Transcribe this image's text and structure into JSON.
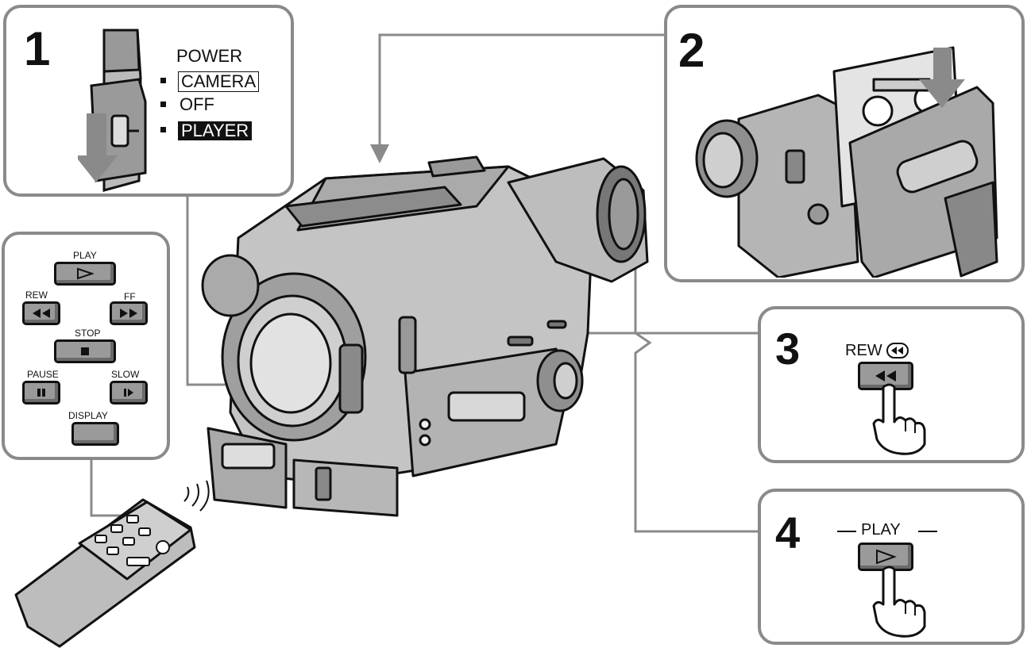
{
  "steps": [
    "1",
    "2",
    "3",
    "4"
  ],
  "power_switch": {
    "title": "POWER",
    "options": [
      "CAMERA",
      "OFF",
      "PLAYER"
    ]
  },
  "remote": {
    "play": "PLAY",
    "rew": "REW",
    "ff": "FF",
    "stop": "STOP",
    "pause": "PAUSE",
    "slow": "SLOW",
    "display": "DISPLAY"
  },
  "step3": {
    "label": "REW"
  },
  "step4": {
    "label": "PLAY"
  },
  "icons": [
    "arrow-down-icon",
    "play-icon",
    "rewind-icon",
    "fast-forward-icon",
    "stop-icon",
    "pause-icon",
    "slow-icon",
    "hand-icon",
    "cassette-icon",
    "camcorder-icon",
    "remote-control-icon",
    "signal-waves-icon"
  ],
  "colors": {
    "frame": "#8a8a8a",
    "button": "#9a9a9a",
    "ink": "#111111",
    "device": "#bdbdbd"
  }
}
